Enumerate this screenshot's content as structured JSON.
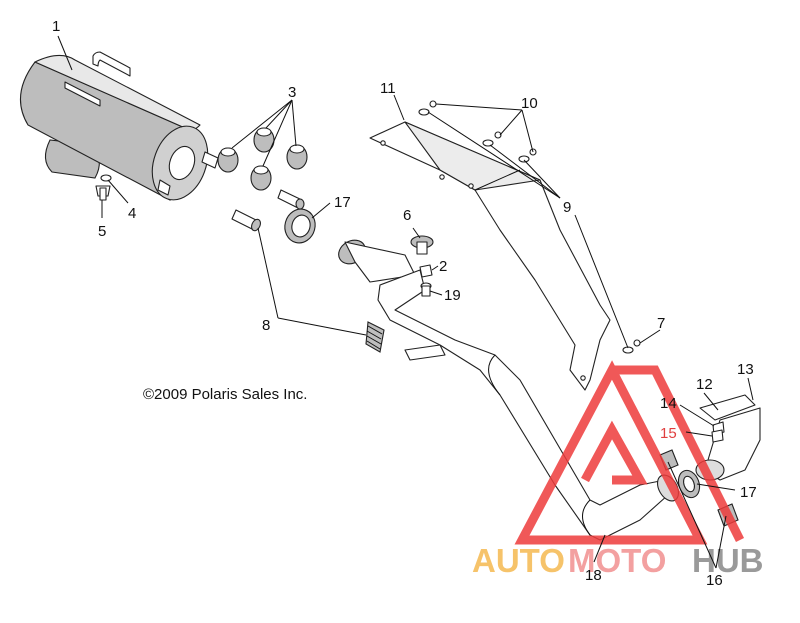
{
  "copyright": "©2009 Polaris Sales Inc.",
  "callouts": {
    "c1": "1",
    "c2": "2",
    "c3": "3",
    "c4": "4",
    "c5": "5",
    "c6": "6",
    "c7": "7",
    "c8": "8",
    "c9": "9",
    "c10": "10",
    "c11": "11",
    "c12": "12",
    "c13": "13",
    "c14": "14",
    "c15": "15",
    "c16": "16",
    "c17a": "17",
    "c17b": "17",
    "c18": "18",
    "c19": "19"
  },
  "watermark": {
    "part1": "AUTO",
    "part2": "MOTO",
    "part3": "HUB",
    "color_auto": "#f6c36a",
    "color_moto": "#f3a0a0",
    "color_hub": "#9a9a9a",
    "logo_color": "#ee3b3b"
  }
}
